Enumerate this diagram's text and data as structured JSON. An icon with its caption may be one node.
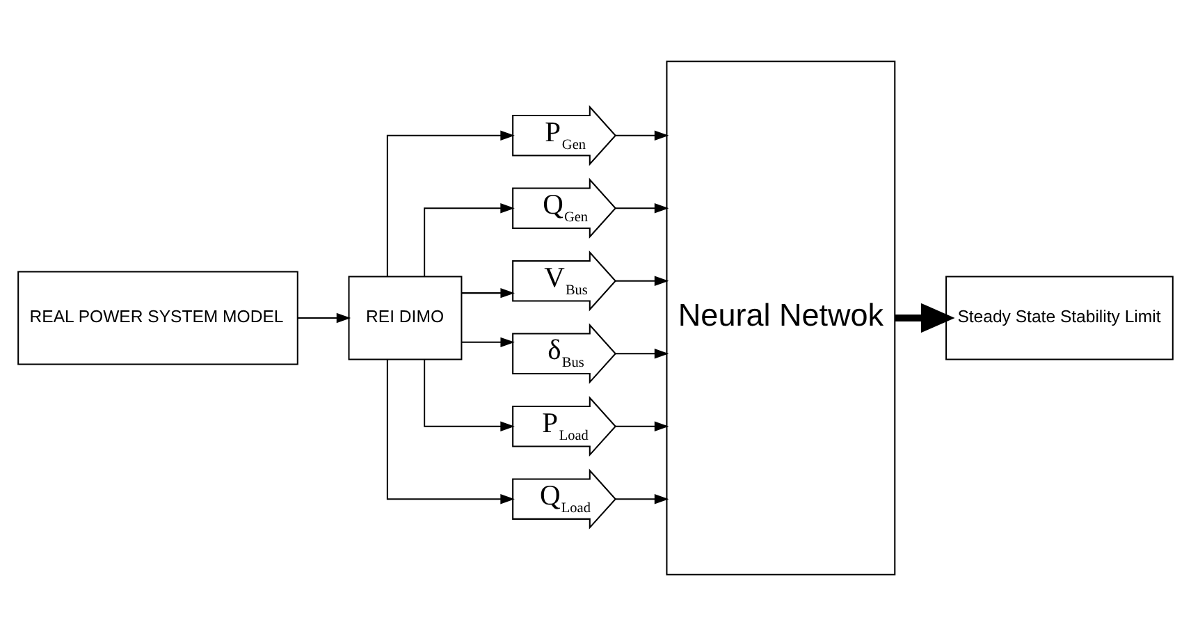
{
  "diagram": {
    "nodes": [
      {
        "text": [
          "REAL POWER SYSTEM MODEL"
        ]
      },
      {
        "text": [
          "REI DIMO"
        ]
      },
      {
        "text": [
          "P$_{Gen}$"
        ]
      },
      {
        "text": [
          "Q$_{Gen}$"
        ]
      },
      {
        "text": [
          "V$_{Bus}$"
        ]
      },
      {
        "text": [
          "δ$_{Bus}$"
        ]
      },
      {
        "text": [
          "P$_{Load}$"
        ]
      },
      {
        "text": [
          "Q$_{Load}$"
        ]
      },
      {
        "text": [
          "Neural Netwok"
        ]
      },
      {
        "text": [
          "Steady State Stability Limit"
        ]
      }
    ],
    "edges": [
      {
        "from": 0,
        "to": 1,
        "arrow": "to"
      },
      {
        "from": 1,
        "to": 2,
        "arrow": "to"
      },
      {
        "from": 1,
        "to": 3,
        "arrow": "to"
      },
      {
        "from": 1,
        "to": 4,
        "arrow": "to"
      },
      {
        "from": 1,
        "to": 5,
        "arrow": "to"
      },
      {
        "from": 1,
        "to": 6,
        "arrow": "to"
      },
      {
        "from": 1,
        "to": 7,
        "arrow": "to"
      },
      {
        "from": 2,
        "to": 8,
        "arrow": "to"
      },
      {
        "from": 3,
        "to": 8,
        "arrow": "to"
      },
      {
        "from": 4,
        "to": 8,
        "arrow": "to"
      },
      {
        "from": 5,
        "to": 8,
        "arrow": "to"
      },
      {
        "from": 6,
        "to": 8,
        "arrow": "to"
      },
      {
        "from": 7,
        "to": 8,
        "arrow": "to"
      },
      {
        "from": 8,
        "to": 9,
        "arrow": "to",
        "style": "thick"
      }
    ]
  }
}
